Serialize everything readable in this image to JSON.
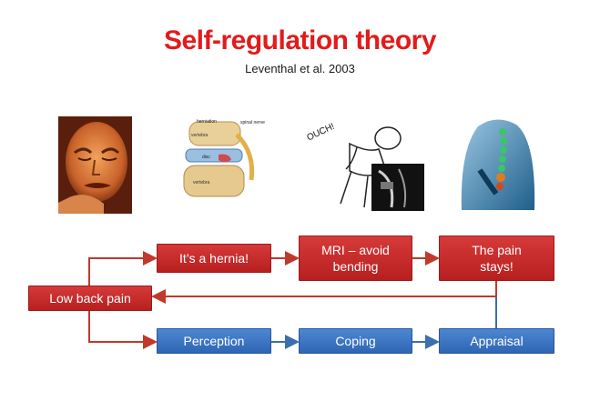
{
  "slide": {
    "title": "Self-regulation theory",
    "subtitle": "Leventhal et al. 2003"
  },
  "images": [
    {
      "icon": "pained-face-image"
    },
    {
      "icon": "spine-herniation-image",
      "labels": [
        "herniation",
        "spinal nerve",
        "vertebra",
        "disc",
        "vertebra"
      ]
    },
    {
      "icon": "cartoon-ouch-mri-image",
      "caption": "OUCH!"
    },
    {
      "icon": "back-spine-pain-image"
    }
  ],
  "flow": {
    "start": "Low back pain",
    "red_row": [
      "It’s a hernia!",
      "MRI – avoid bending",
      "The pain stays!"
    ],
    "blue_row": [
      "Perception",
      "Coping",
      "Appraisal"
    ]
  },
  "colors": {
    "title": "#e21b1b",
    "red_box": "#c62a2a",
    "blue_box": "#3a73c2",
    "red_arrow": "#c0392b",
    "blue_arrow": "#3a6fb0"
  }
}
